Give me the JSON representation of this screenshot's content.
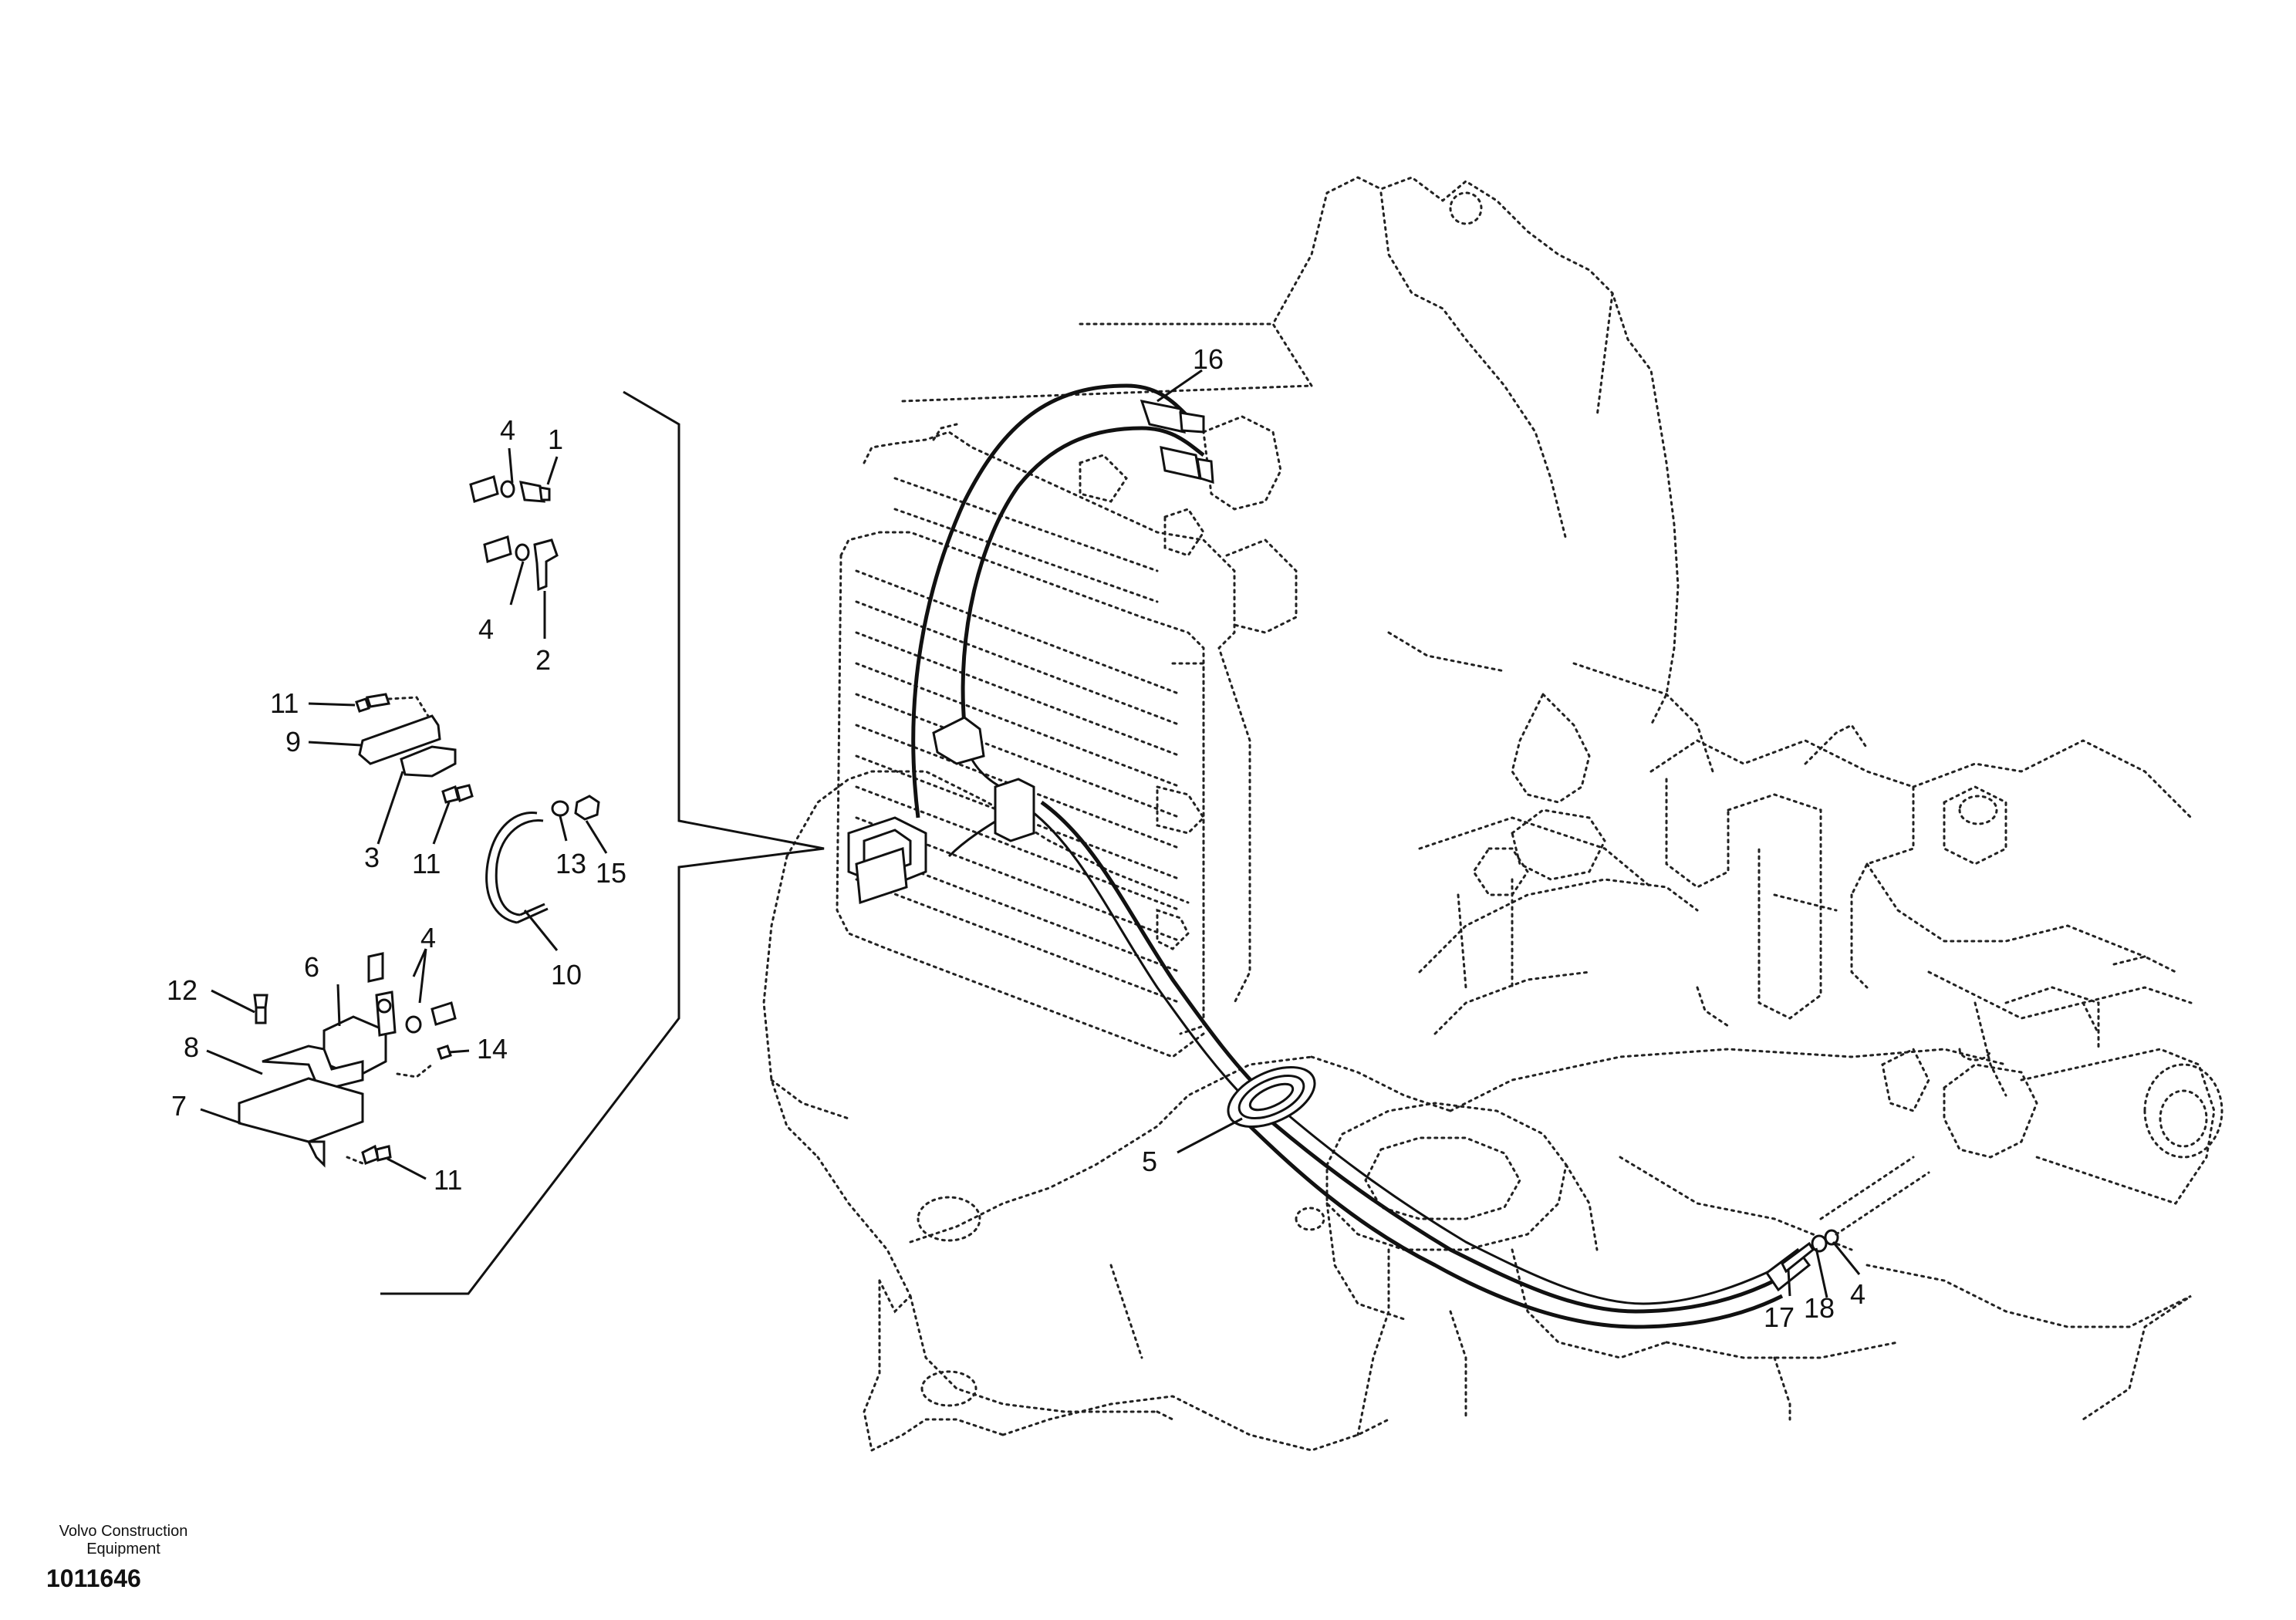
{
  "callouts": [
    {
      "id": "c1",
      "label": "1"
    },
    {
      "id": "c2",
      "label": "2"
    },
    {
      "id": "c3",
      "label": "3"
    },
    {
      "id": "c4a",
      "label": "4"
    },
    {
      "id": "c4b",
      "label": "4"
    },
    {
      "id": "c4c",
      "label": "4"
    },
    {
      "id": "c4d",
      "label": "4"
    },
    {
      "id": "c5",
      "label": "5"
    },
    {
      "id": "c6",
      "label": "6"
    },
    {
      "id": "c7",
      "label": "7"
    },
    {
      "id": "c8",
      "label": "8"
    },
    {
      "id": "c9",
      "label": "9"
    },
    {
      "id": "c10",
      "label": "10"
    },
    {
      "id": "c11a",
      "label": "11"
    },
    {
      "id": "c11b",
      "label": "11"
    },
    {
      "id": "c11c",
      "label": "11"
    },
    {
      "id": "c12",
      "label": "12"
    },
    {
      "id": "c13",
      "label": "13"
    },
    {
      "id": "c14",
      "label": "14"
    },
    {
      "id": "c15",
      "label": "15"
    },
    {
      "id": "c16",
      "label": "16"
    },
    {
      "id": "c17",
      "label": "17"
    },
    {
      "id": "c18",
      "label": "18"
    }
  ],
  "footer": {
    "company_line1": "Volvo Construction",
    "company_line2": "Equipment",
    "drawing_number": "1011646"
  }
}
